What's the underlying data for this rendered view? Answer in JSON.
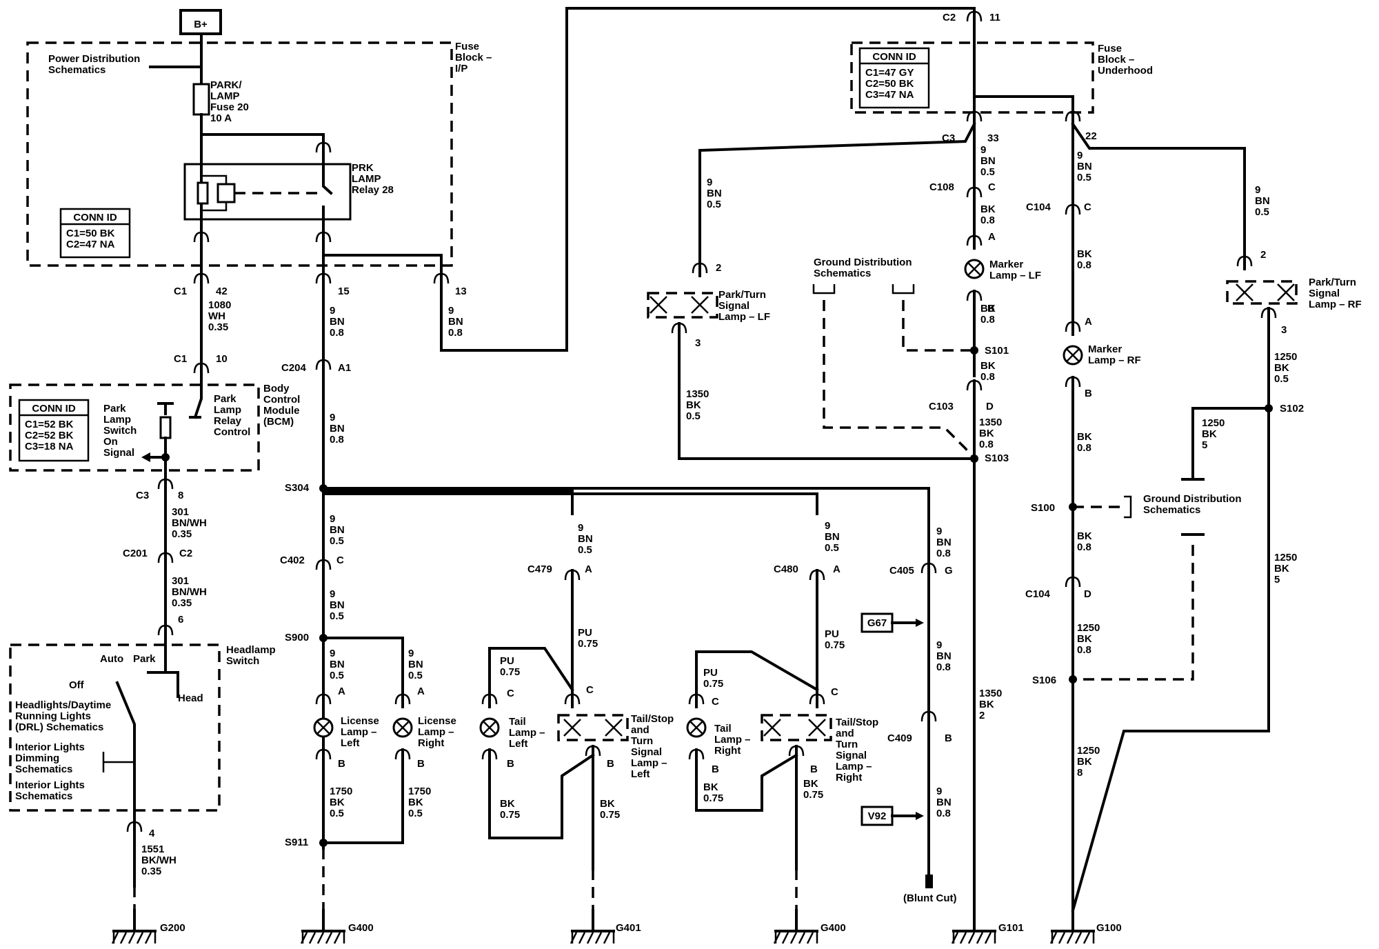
{
  "supply": {
    "label": "B+"
  },
  "fuse_block_ip": {
    "title": [
      "Fuse",
      "Block –",
      "I/P"
    ],
    "power_dist": [
      "Power Distribution",
      "Schematics"
    ],
    "fuse_label": [
      "PARK/",
      "LAMP",
      "Fuse 20",
      "10 A"
    ],
    "relay_label": [
      "PRK",
      "LAMP",
      "Relay 28"
    ],
    "conn_id": {
      "title": "CONN ID",
      "rows": [
        "C1=50 BK",
        "C2=47 NA"
      ]
    }
  },
  "fuse_block_uh": {
    "title": [
      "Fuse",
      "Block –",
      "Underhood"
    ],
    "conn_id": {
      "title": "CONN ID",
      "rows": [
        "C1=47 GY",
        "C2=50 BK",
        "C3=47 NA"
      ]
    }
  },
  "bcm": {
    "title": [
      "Body",
      "Control",
      "Module",
      "(BCM)"
    ],
    "conn_id": {
      "title": "CONN ID",
      "rows": [
        "C1=52 BK",
        "C2=52 BK",
        "C3=18 NA"
      ]
    },
    "switch_label": [
      "Park",
      "Lamp",
      "Switch",
      "On",
      "Signal"
    ],
    "relay_label": [
      "Park",
      "Lamp",
      "Relay",
      "Control"
    ]
  },
  "headlamp_switch": {
    "title": [
      "Headlamp",
      "Switch"
    ],
    "positions": {
      "auto": "Auto",
      "park": "Park",
      "off": "Off",
      "head": "Head"
    },
    "refs": [
      [
        "Headlights/Daytime",
        "Running Lights",
        "(DRL) Schematics"
      ],
      [
        "Interior Lights",
        "Dimming",
        "Schematics"
      ],
      [
        "Interior Lights",
        "Schematics"
      ]
    ]
  },
  "connectors": {
    "c1_42": "C1",
    "pin_42": "42",
    "c1_10": "C1",
    "pin_10": "10",
    "pin_15": "15",
    "pin_13": "13",
    "c204": "C204",
    "pin_a1": "A1",
    "c3_8": "C3",
    "pin_8": "8",
    "c201": "C201",
    "c2_201": "C2",
    "pin_6": "6",
    "pin_4": "4",
    "c402": "C402",
    "pin_c402": "C",
    "c479": "C479",
    "pin_c479": "A",
    "c480": "C480",
    "pin_c480": "A",
    "c405": "C405",
    "pin_c405": "G",
    "c409": "C409",
    "pin_c409": "B",
    "c2_top": "C2",
    "pin_11": "11",
    "c3_top": "C3",
    "pin_33": "33",
    "pin_22": "22",
    "c108": "C108",
    "pin_c108": "C",
    "pin_a108": "A",
    "c104_top": "C104",
    "pin_c104": "C",
    "c103": "C103",
    "pin_c103": "D",
    "c104_bot": "C104",
    "pin_d104": "D"
  },
  "wires": {
    "w1080": [
      "1080",
      "WH",
      "0.35"
    ],
    "w9_15": [
      "9",
      "BN",
      "0.8"
    ],
    "w9_13": [
      "9",
      "BN",
      "0.8"
    ],
    "w9_c204": [
      "9",
      "BN",
      "0.8"
    ],
    "w301_a": [
      "301",
      "BN/WH",
      "0.35"
    ],
    "w301_b": [
      "301",
      "BN/WH",
      "0.35"
    ],
    "w1551": [
      "1551",
      "BK/WH",
      "0.35"
    ],
    "w9_c402": [
      "9",
      "BN",
      "0.5"
    ],
    "w9_s900": [
      "9",
      "BN",
      "0.5"
    ],
    "w9_lic_l": [
      "9",
      "BN",
      "0.5"
    ],
    "w9_lic_r": [
      "9",
      "BN",
      "0.5"
    ],
    "w1750_l": [
      "1750",
      "BK",
      "0.5"
    ],
    "w1750_r": [
      "1750",
      "BK",
      "0.5"
    ],
    "w9_c479": [
      "9",
      "BN",
      "0.5"
    ],
    "wpu_c479": [
      "PU",
      "0.75"
    ],
    "wpu_tl": [
      "PU",
      "0.75"
    ],
    "wbk_tl": [
      "BK",
      "0.75"
    ],
    "wbk_tsl": [
      "BK",
      "0.75"
    ],
    "w9_c480": [
      "9",
      "BN",
      "0.5"
    ],
    "wpu_c480": [
      "PU",
      "0.75"
    ],
    "wpu_tr": [
      "PU",
      "0.75"
    ],
    "wbk_tr": [
      "BK",
      "0.75"
    ],
    "wbk_tsr": [
      "BK",
      "0.75"
    ],
    "w9_c405": [
      "9",
      "BN",
      "0.8"
    ],
    "w9_g67": [
      "9",
      "BN",
      "0.8"
    ],
    "w9_v92": [
      "9",
      "BN",
      "0.8"
    ],
    "w9_lf": [
      "9",
      "BN",
      "0.5"
    ],
    "w1350_lf": [
      "1350",
      "BK",
      "0.5"
    ],
    "w9_33": [
      "9",
      "BN",
      "0.5"
    ],
    "wbk_c108": [
      "BK",
      "0.8"
    ],
    "wbk_mlf": [
      "BK",
      "0.8"
    ],
    "wbk_s101": [
      "BK",
      "0.8"
    ],
    "w1350_c103": [
      "1350",
      "BK",
      "0.8"
    ],
    "w1350_g101": [
      "1350",
      "BK",
      "2"
    ],
    "w9_22": [
      "9",
      "BN",
      "0.5"
    ],
    "wbk_c104": [
      "BK",
      "0.8"
    ],
    "wbk_mrf": [
      "BK",
      "0.8"
    ],
    "wbk_s100": [
      "BK",
      "0.8"
    ],
    "w1250_c104": [
      "1250",
      "BK",
      "0.8"
    ],
    "w1250_g100": [
      "1250",
      "BK",
      "8"
    ],
    "w9_rf": [
      "9",
      "BN",
      "0.5"
    ],
    "w1250_rf": [
      "1250",
      "BK",
      "0.5"
    ],
    "w1250_s102": [
      "1250",
      "BK",
      "5"
    ],
    "w1250_5": [
      "1250",
      "BK",
      "5"
    ]
  },
  "splices": {
    "s304": "S304",
    "s900": "S900",
    "s911": "S911",
    "s101": "S101",
    "s103": "S103",
    "s102": "S102",
    "s100": "S100",
    "s106": "S106"
  },
  "lamps": {
    "license_left": [
      "License",
      "Lamp –",
      "Left"
    ],
    "license_right": [
      "License",
      "Lamp –",
      "Right"
    ],
    "tail_left": [
      "Tail",
      "Lamp –",
      "Left"
    ],
    "tsl_left": [
      "Tail/Stop",
      "and",
      "Turn",
      "Signal",
      "Lamp –",
      "Left"
    ],
    "tail_right": [
      "Tail",
      "Lamp –",
      "Right"
    ],
    "tsl_right": [
      "Tail/Stop",
      "and",
      "Turn",
      "Signal",
      "Lamp –",
      "Right"
    ],
    "marker_lf": [
      "Marker",
      "Lamp – LF"
    ],
    "marker_rf": [
      "Marker",
      "Lamp – RF"
    ],
    "parkturn_lf": [
      "Park/Turn",
      "Signal",
      "Lamp – LF"
    ],
    "parkturn_rf": [
      "Park/Turn",
      "Signal",
      "Lamp – RF"
    ]
  },
  "lamp_pins": {
    "lic_l_a": "A",
    "lic_l_b": "B",
    "lic_r_a": "A",
    "lic_r_b": "B",
    "tl_c": "C",
    "tl_b": "B",
    "tsl_c": "C",
    "tsl_b": "B",
    "tr_c": "C",
    "tr_b": "B",
    "tsr_c": "C",
    "tsr_b": "B",
    "mlf_b": "B",
    "mrf_a": "A",
    "mrf_b": "B",
    "plf_2": "2",
    "plf_3": "3",
    "prf_2": "2",
    "prf_3": "3"
  },
  "ground_dist": {
    "upper": [
      "Ground Distribution",
      "Schematics"
    ],
    "right": [
      "Ground Distribution",
      "Schematics"
    ]
  },
  "references": {
    "g67": "G67",
    "v92": "V92",
    "blunt_cut": "(Blunt Cut)"
  },
  "grounds": {
    "g200": "G200",
    "g400a": "G400",
    "g401": "G401",
    "g400b": "G400",
    "g101": "G101",
    "g100": "G100"
  }
}
